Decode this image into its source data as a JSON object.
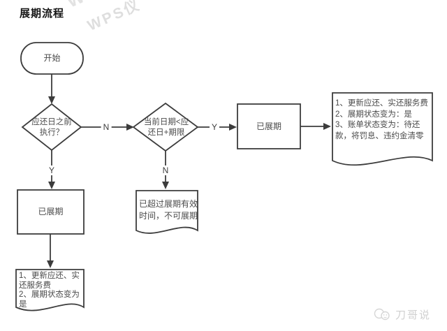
{
  "page": {
    "title": "展期流程"
  },
  "watermark": {
    "fragments": [
      "W",
      "WPS仪"
    ]
  },
  "brand": {
    "label": "刀哥说",
    "icon": "chat-faces-icon"
  },
  "colors": {
    "stroke": "#3c3c3c",
    "text": "#4a4a4a",
    "watermark": "#e0e0e0",
    "brand": "#d0d0d0",
    "background": "#ffffff"
  },
  "flowchart": {
    "nodes": {
      "start": {
        "type": "terminator",
        "label": "开始"
      },
      "decision_before_due": {
        "type": "decision",
        "lines": [
          "应还日之前",
          "执行？"
        ]
      },
      "decision_within_period": {
        "type": "decision",
        "lines": [
          "当前日期<应",
          "还日+期限"
        ]
      },
      "extended_top": {
        "type": "process",
        "label": "已展期"
      },
      "extended_left": {
        "type": "process",
        "label": "已展期"
      },
      "doc_right": {
        "type": "document",
        "lines": [
          "1、更新应还、实还服务费",
          "2、展期状态变为：是",
          "3、账单状态变为：待还",
          "款，将罚息、违约金清零"
        ]
      },
      "doc_expired": {
        "type": "document",
        "lines": [
          "已超过展期有效",
          "时间，不可展期"
        ]
      },
      "doc_left": {
        "type": "document",
        "lines": [
          "1、更新应还、实",
          "还服务费",
          "2、展期状态变为",
          "是"
        ]
      }
    },
    "edge_labels": {
      "d1_no": "N",
      "d1_yes": "Y",
      "d2_yes": "Y",
      "d2_no": "N"
    }
  }
}
